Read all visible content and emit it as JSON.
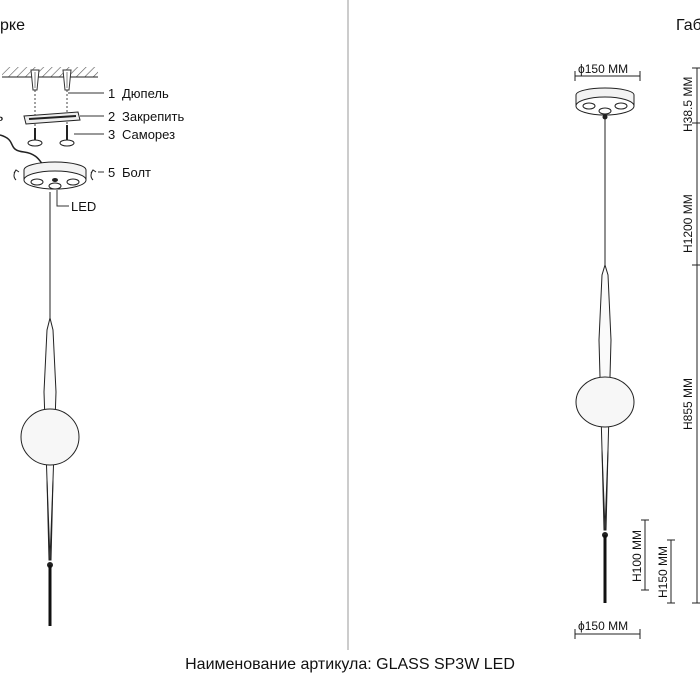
{
  "left_panel": {
    "title_fragment": "рке",
    "left_edge_fragment": "ь",
    "parts": [
      {
        "num": "1",
        "label": "Дюпель"
      },
      {
        "num": "2",
        "label": "Закрепить"
      },
      {
        "num": "3",
        "label": "Саморез"
      },
      {
        "num": "5",
        "label": "Болт"
      }
    ],
    "led_label": "LED"
  },
  "right_panel": {
    "title_fragment": "Габ",
    "top_diameter": "ϕ150 MM",
    "bottom_diameter": "ϕ150 MM",
    "dims": {
      "h_canopy": "H38.5 MM",
      "h_cable": "H1200 MM",
      "h_body": "H855 MM",
      "h_tip": "H100 MM",
      "h_tail": "H150 MM"
    }
  },
  "caption": "Наименование артикула: GLASS SP3W LED",
  "colors": {
    "line": "#222222",
    "hatch": "#555555",
    "glass": "#f7f7f7"
  }
}
